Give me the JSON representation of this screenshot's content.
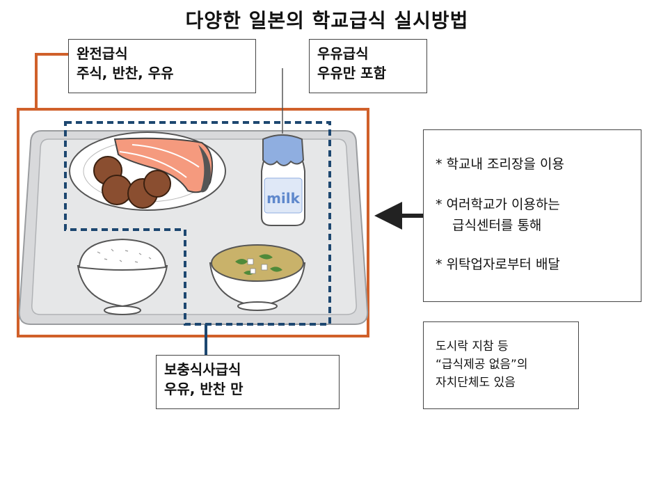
{
  "title": "다양한 일본의 학교급식 실시방법",
  "full_meal": {
    "line1": "완전급식",
    "line2": "주식, 반찬, 우유"
  },
  "milk_meal": {
    "line1": "우유급식",
    "line2": "우유만 포함"
  },
  "supp_meal": {
    "line1": "보충식사급식",
    "line2": "우유, 반찬 만"
  },
  "methods": {
    "item1": "* 학교내 조리장을 이용",
    "item2": "* 여러학교가 이용하는",
    "item2b": "급식센터를 통해",
    "item3": "* 위탁업자로부터 배달"
  },
  "no_meal_note": {
    "line1": "도시락 지참 등",
    "line2": "“급식제공 없음”의",
    "line3": "자치단체도 있음"
  },
  "milk_label": "milk",
  "colors": {
    "full_outline": "#d0602a",
    "supp_outline": "#1d4770",
    "milk_bottle": "#8faee0"
  }
}
